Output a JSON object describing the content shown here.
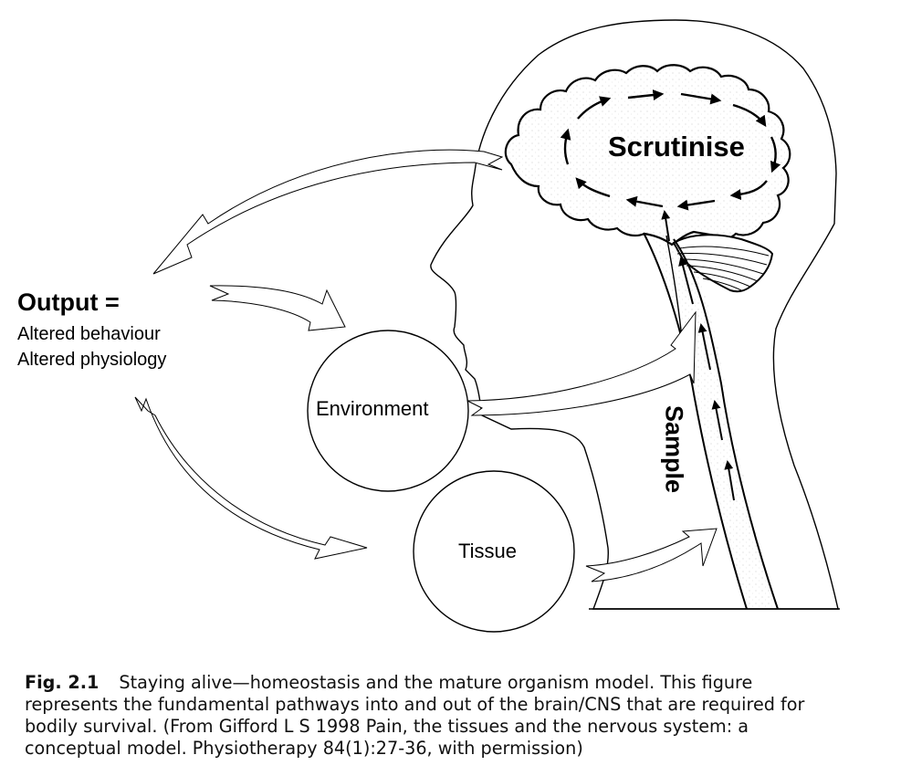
{
  "figure": {
    "output": {
      "title": "Output =",
      "lines": [
        "Altered behaviour",
        "Altered physiology"
      ]
    },
    "brain_label": "Scrutinise",
    "spinal_label": "Sample",
    "nodes": [
      {
        "id": "environment",
        "label": "Environment"
      },
      {
        "id": "tissue",
        "label": "Tissue"
      }
    ],
    "flows": [
      {
        "from": "brain",
        "to": "output",
        "kind": "outline-arrow"
      },
      {
        "from": "output",
        "to": "environment",
        "kind": "outline-arrow"
      },
      {
        "from": "output",
        "to": "tissue",
        "kind": "outline-arrow"
      },
      {
        "from": "environment",
        "to": "spinal-cord",
        "kind": "outline-arrow"
      },
      {
        "from": "tissue",
        "to": "spinal-cord",
        "kind": "outline-arrow"
      },
      {
        "from": "spinal-cord",
        "to": "brain",
        "kind": "solid-arrows"
      },
      {
        "from": "brain",
        "to": "brain",
        "kind": "cycle"
      }
    ]
  },
  "caption": {
    "label": "Fig. 2.1",
    "text": "Staying alive—homeostasis and the mature organism model. This figure represents the fundamental pathways into and out of the brain/CNS that are required for bodily survival. (From Gifford L S 1998 Pain, the tissues and the nervous system: a conceptual model. Physiotherapy 84(1):27-36, with permission)"
  }
}
